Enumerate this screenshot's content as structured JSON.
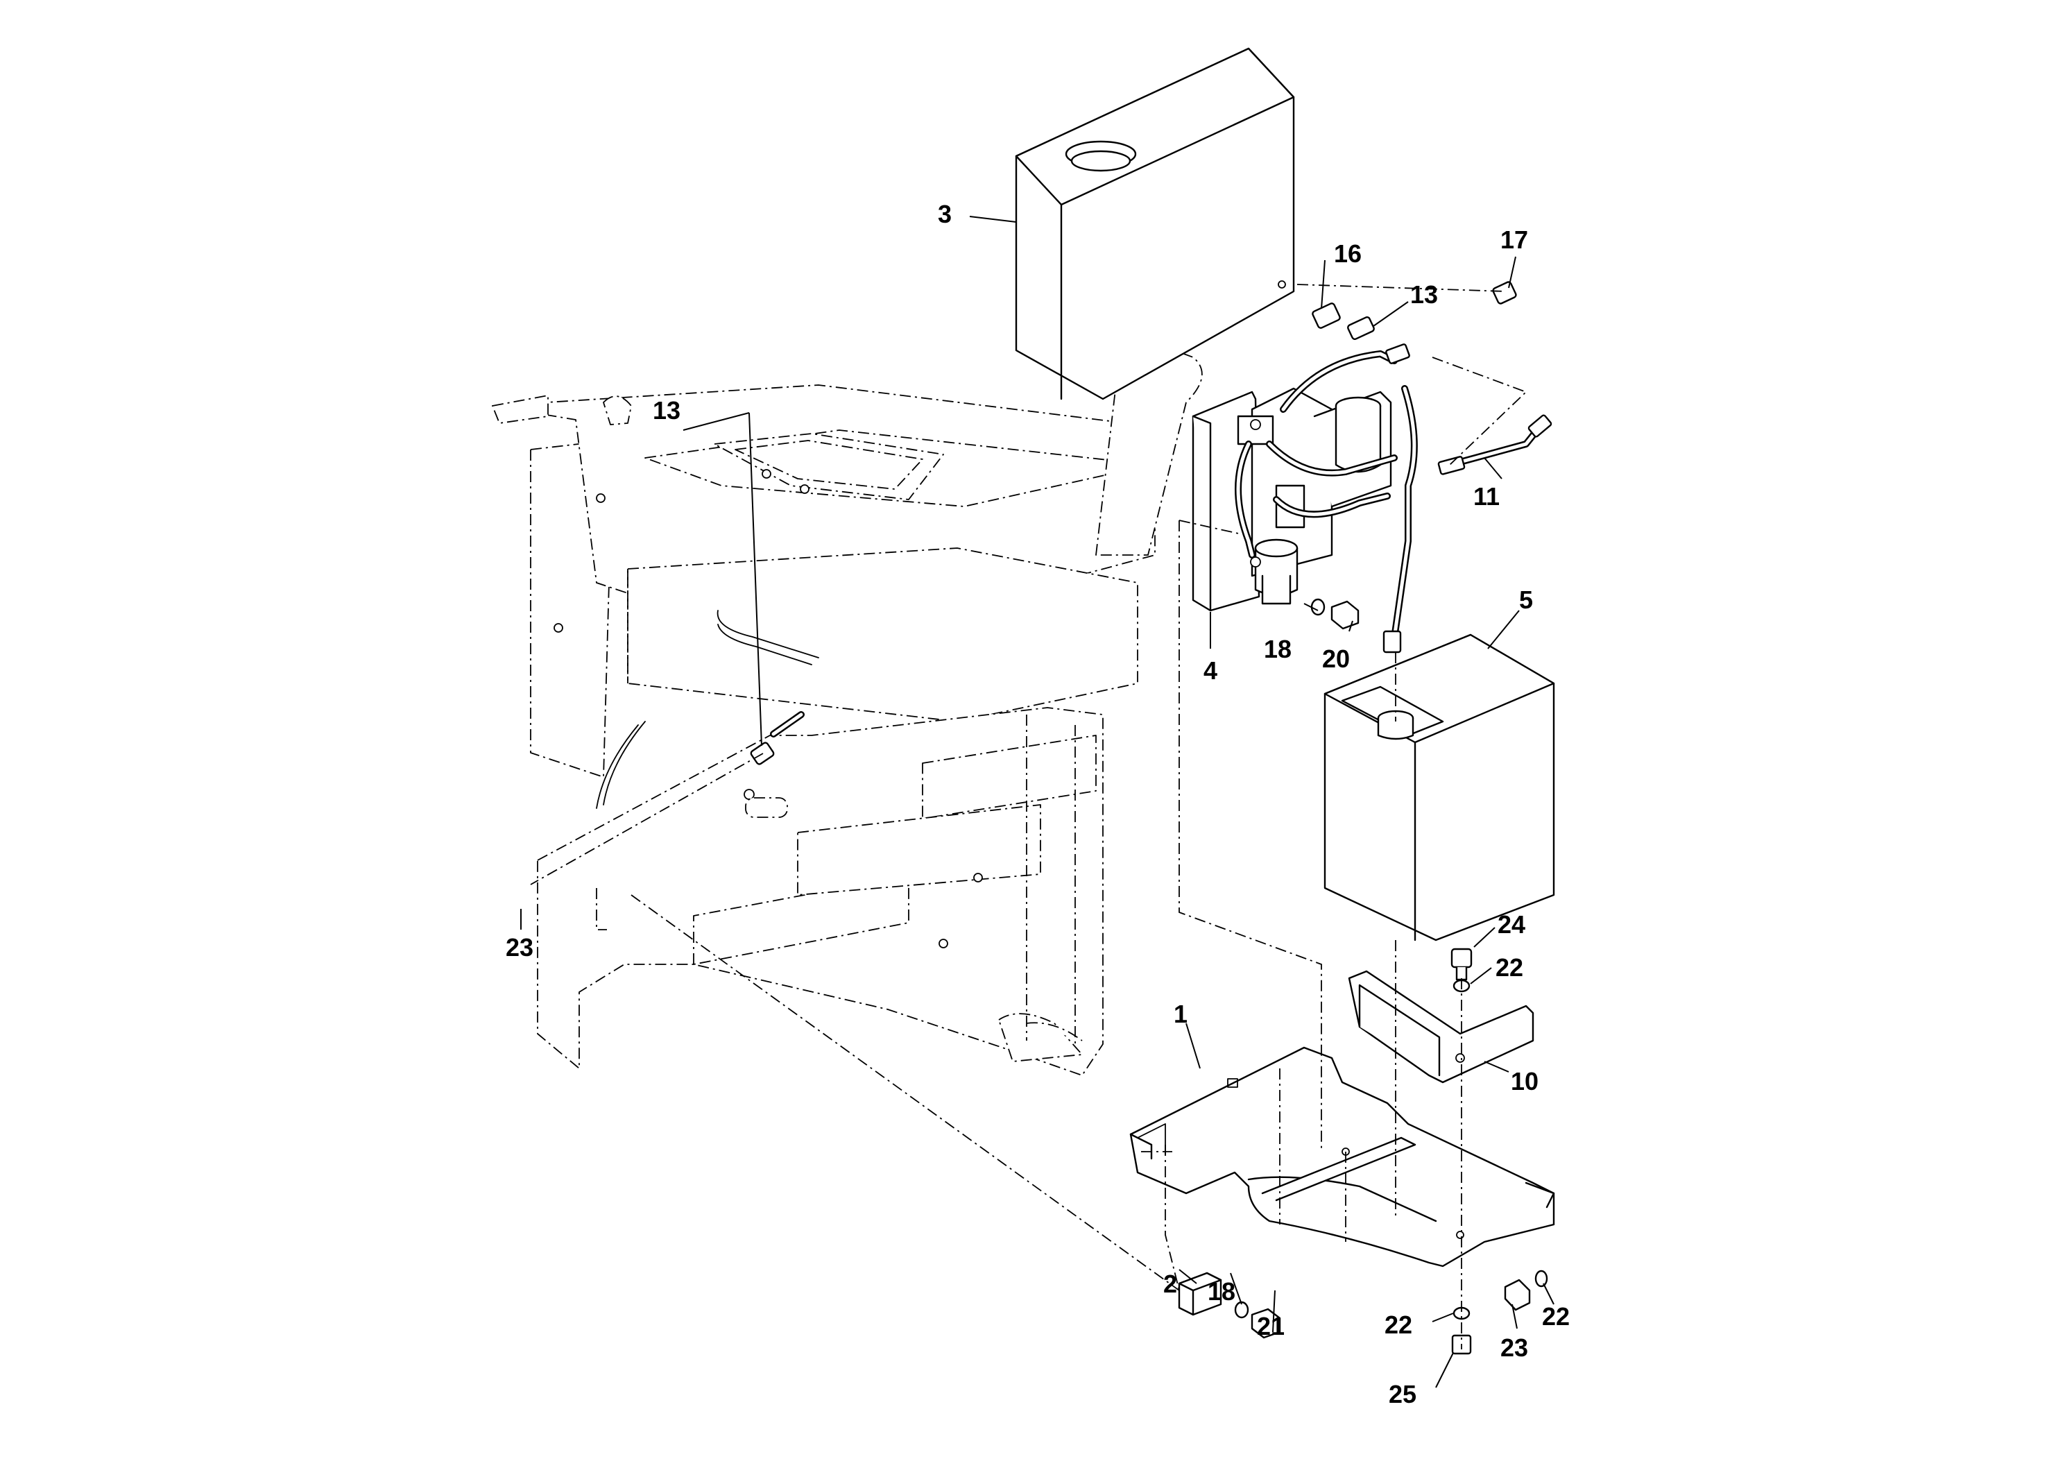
{
  "diagram": {
    "callouts": [
      {
        "id": "c1",
        "label": "1"
      },
      {
        "id": "c2",
        "label": "2"
      },
      {
        "id": "c3",
        "label": "3"
      },
      {
        "id": "c4",
        "label": "4"
      },
      {
        "id": "c5",
        "label": "5"
      },
      {
        "id": "c10",
        "label": "10"
      },
      {
        "id": "c11",
        "label": "11"
      },
      {
        "id": "c13a",
        "label": "13"
      },
      {
        "id": "c13b",
        "label": "13"
      },
      {
        "id": "c16",
        "label": "16"
      },
      {
        "id": "c17",
        "label": "17"
      },
      {
        "id": "c18a",
        "label": "18"
      },
      {
        "id": "c18b",
        "label": "18"
      },
      {
        "id": "c20",
        "label": "20"
      },
      {
        "id": "c21",
        "label": "21"
      },
      {
        "id": "c22a",
        "label": "22"
      },
      {
        "id": "c22b",
        "label": "22"
      },
      {
        "id": "c22c",
        "label": "22"
      },
      {
        "id": "c23a",
        "label": "23"
      },
      {
        "id": "c23b",
        "label": "23"
      },
      {
        "id": "c24",
        "label": "24"
      },
      {
        "id": "c25",
        "label": "25"
      }
    ]
  }
}
